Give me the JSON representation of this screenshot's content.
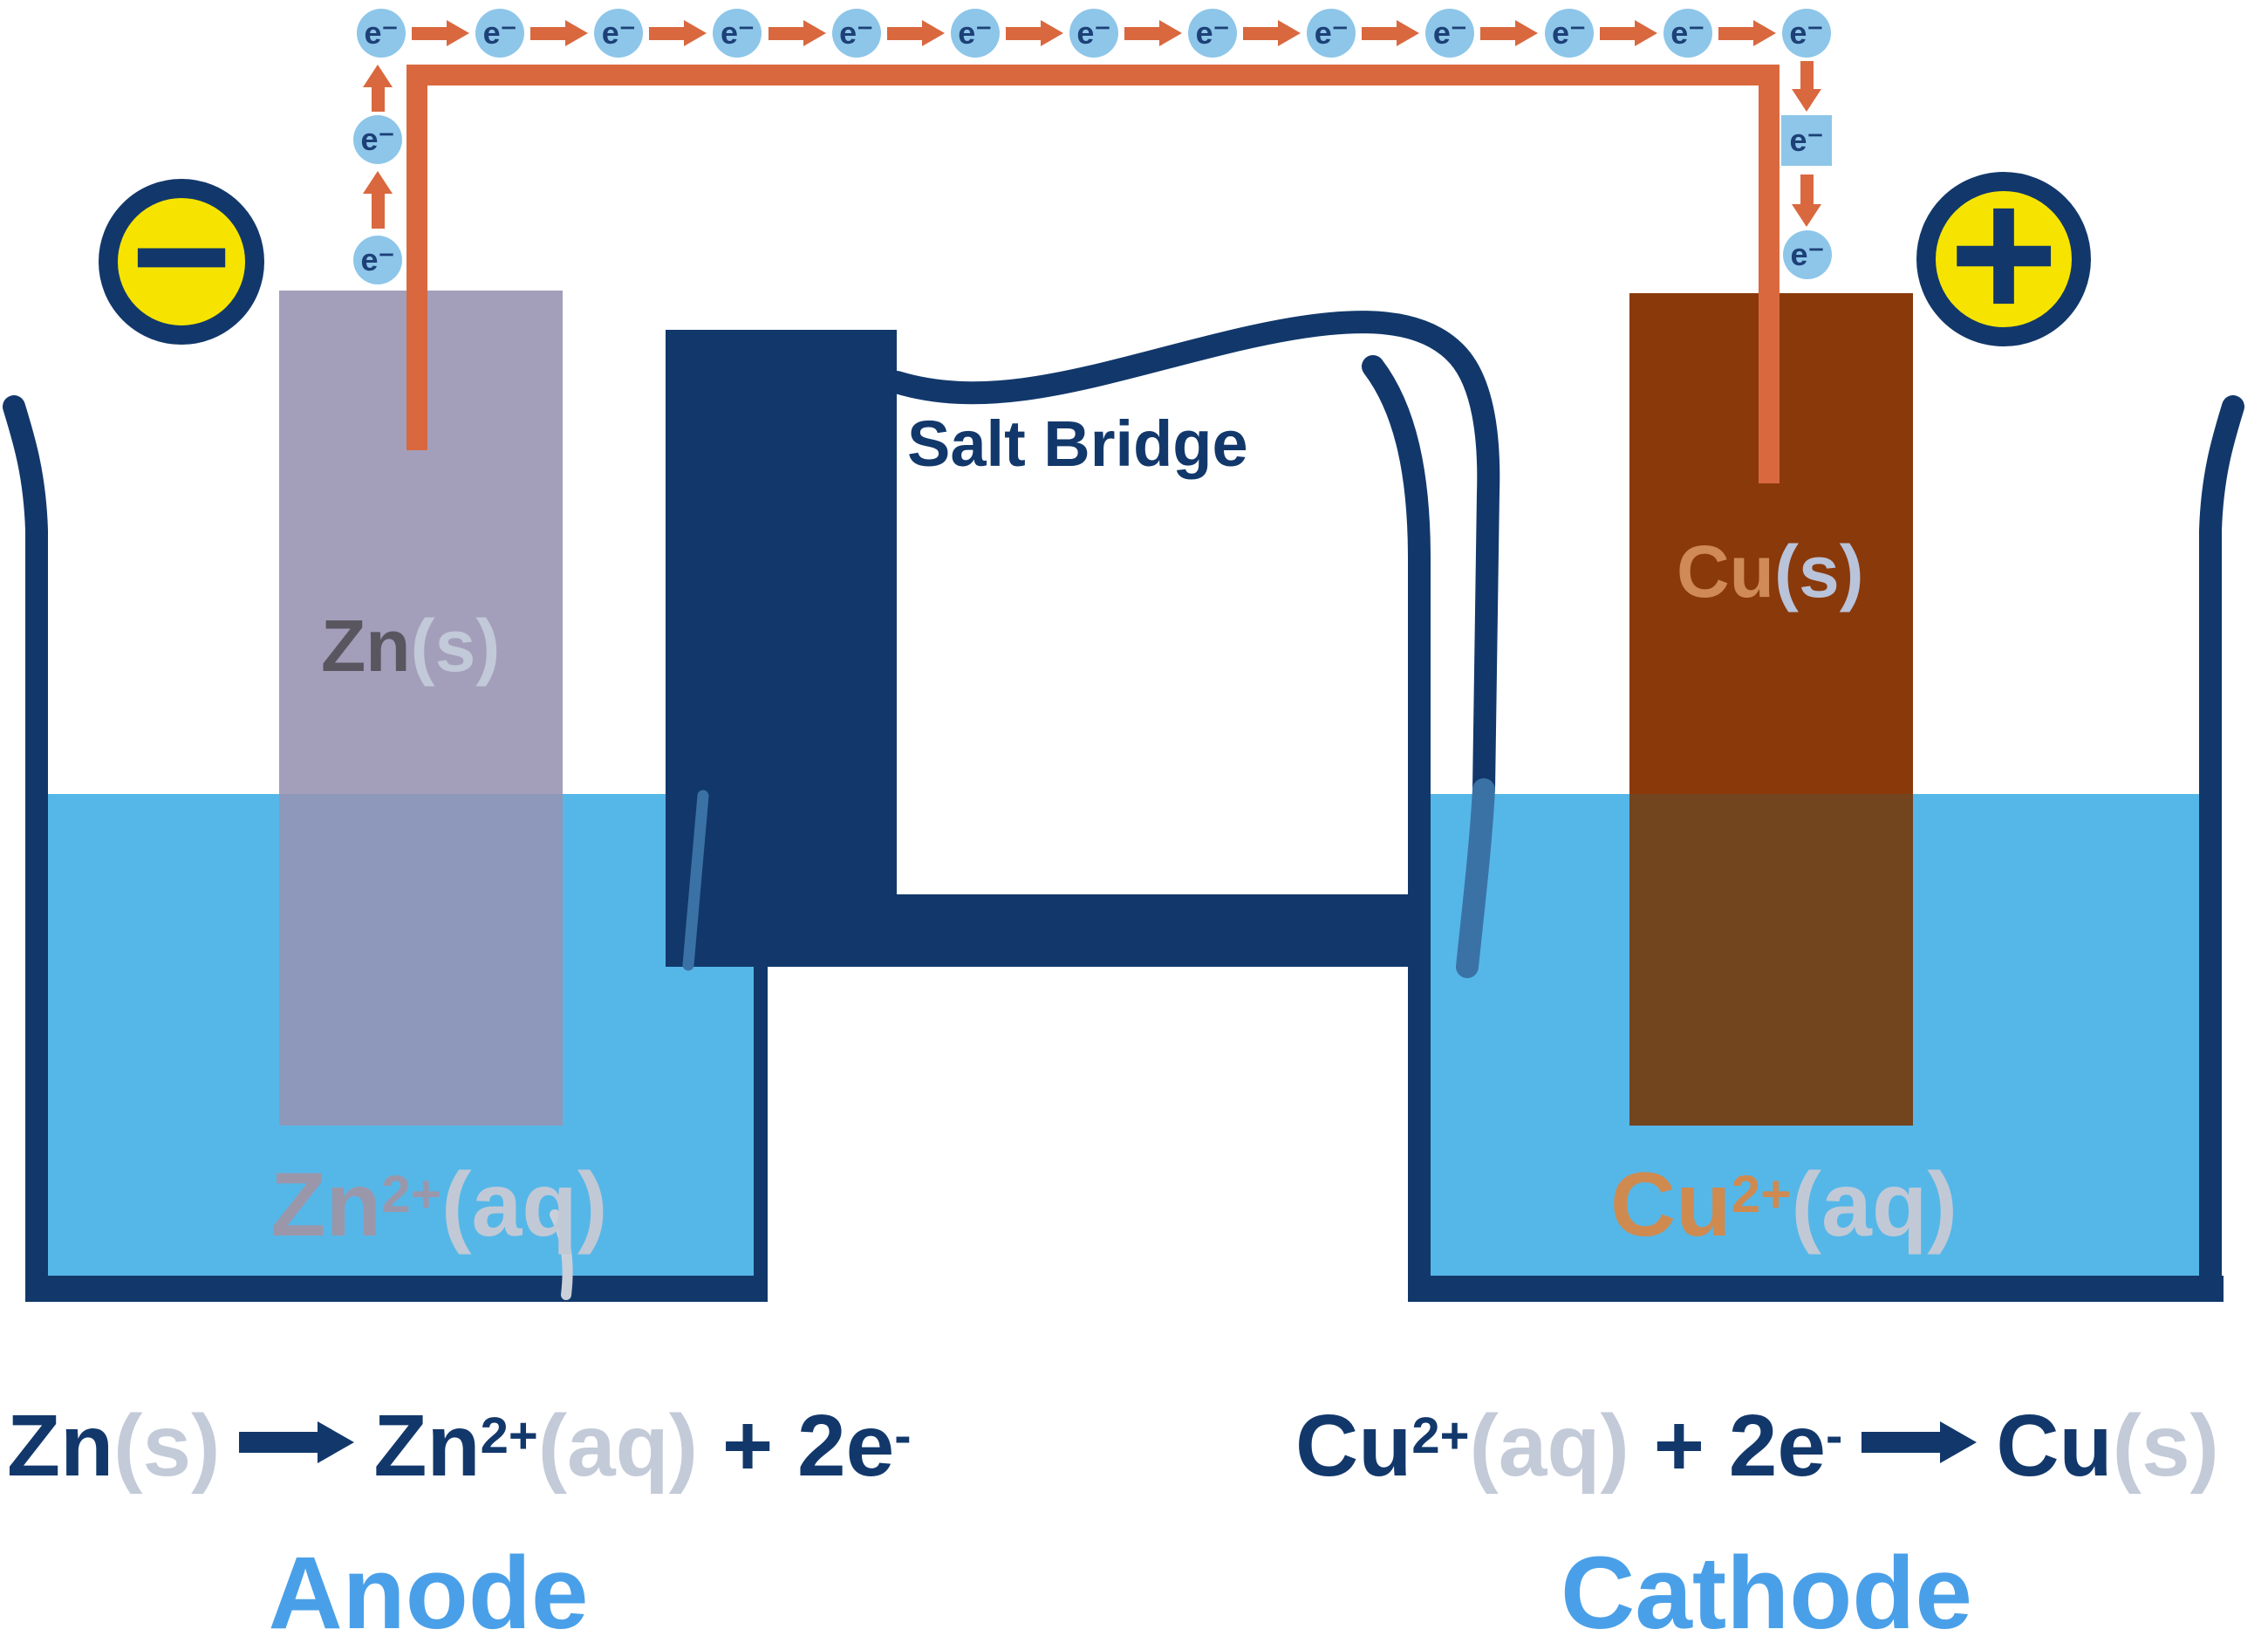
{
  "diagram_title_implicit": "Galvanic cell (Zn-Cu) diagram",
  "electron_label": "e⁻",
  "electron_counts": {
    "top_row": 13,
    "left_column_extra": 2,
    "right_column_extra": 2
  },
  "terminals": {
    "negative": "−",
    "positive": "+"
  },
  "salt_bridge": {
    "label": "Salt Bridge"
  },
  "electrodes": {
    "zn": {
      "symbol": "Zn",
      "state": "(s)"
    },
    "cu": {
      "symbol": "Cu",
      "state": "(s)"
    }
  },
  "solutions": {
    "zn": {
      "symbol": "Zn",
      "charge": "2+",
      "state": "(aq)"
    },
    "cu": {
      "symbol": "Cu",
      "charge": "2+",
      "state": "(aq)"
    }
  },
  "equations": {
    "anode": {
      "reactant": "Zn",
      "reactant_state": "(s)",
      "product": "Zn",
      "product_charge": "2+",
      "product_state": "(aq)",
      "plus": "+",
      "electron_term": "2e",
      "electron_charge": "-",
      "label": "Anode"
    },
    "cathode": {
      "reactant": "Cu",
      "reactant_charge": "2+",
      "reactant_state": "(aq)",
      "plus": "+",
      "electron_term": "2e",
      "electron_charge": "-",
      "product": "Cu",
      "product_state": "(s)",
      "label": "Cathode"
    }
  },
  "colors": {
    "navy": "#12386b",
    "wire_orange": "#d9683f",
    "water_blue": "#55b7e8",
    "electron_fill": "#8dc6e9",
    "electron_text": "#1d4077",
    "zinc_electrode": "#a39eba",
    "zinc_electrode_submerged": "#8e98bb",
    "copper_electrode": "#8a390b",
    "copper_electrode_submerged": "#72451f",
    "terminal_yellow": "#f6e400",
    "underwater_wall": "#3b72a6",
    "highlight_gray": "#c9d0da",
    "anode_cathode_blue": "#4aa0e8"
  }
}
